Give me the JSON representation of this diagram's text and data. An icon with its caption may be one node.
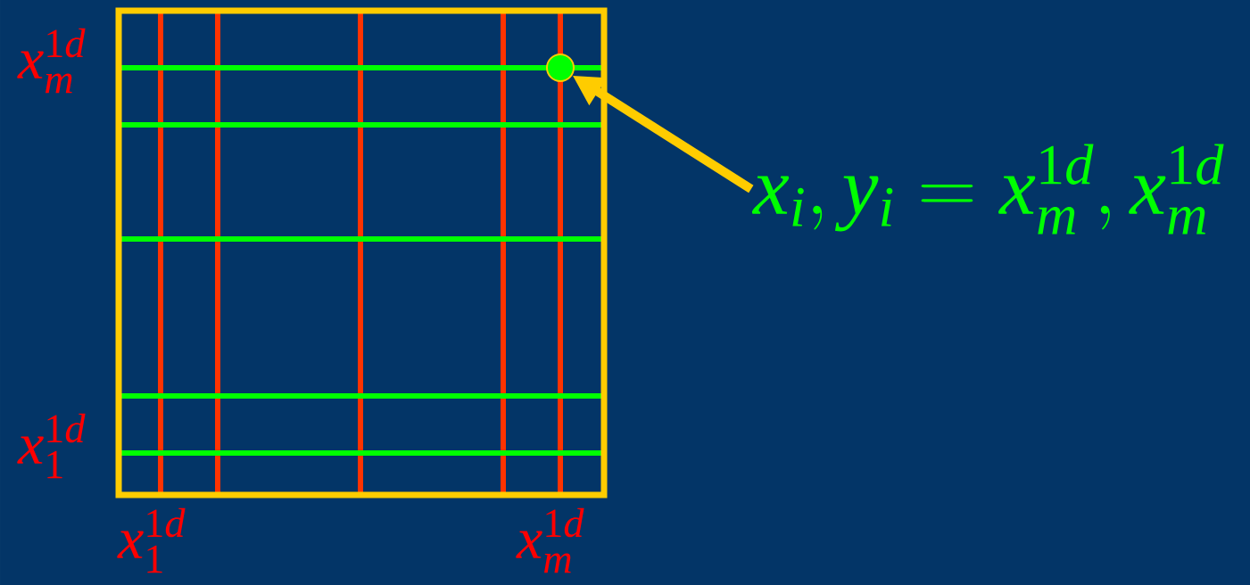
{
  "diagram": {
    "nodes": [
      {
        "text": [],
        "shape": "circle"
      },
      {
        "text": [
          "x_i, y_i = x_m^{1d}, x_m^{1d}"
        ]
      }
    ],
    "edges": [
      {
        "from": 1,
        "to": 0,
        "arrow": "to"
      }
    ],
    "labels": [
      "x_m^{1d}",
      "x_1^{1d}",
      "x_1^{1d}",
      "x_m^{1d}"
    ]
  }
}
